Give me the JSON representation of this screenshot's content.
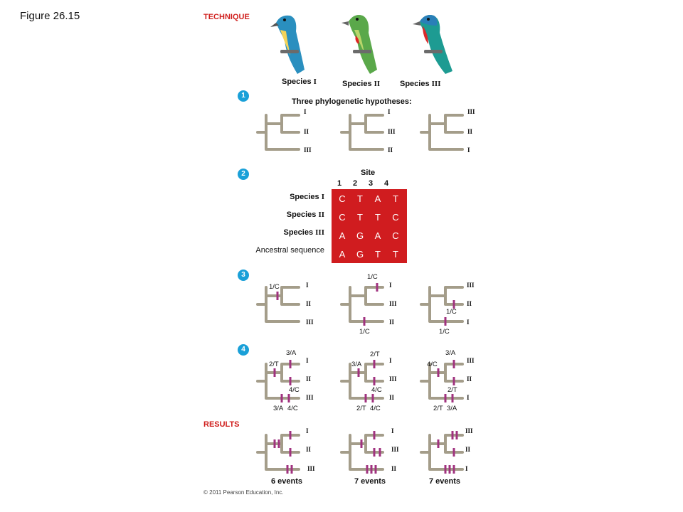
{
  "figure_title": "Figure 26.15",
  "technique_label": "TECHNIQUE",
  "results_label": "RESULTS",
  "species_prefix": "Species",
  "species": [
    {
      "numeral": "I",
      "colors": {
        "body": "#2a8fbf",
        "belly": "#f3d35a",
        "head": "#2a8fbf"
      }
    },
    {
      "numeral": "II",
      "colors": {
        "body": "#5aa84a",
        "belly": "#b9d66a",
        "head": "#5aa84a"
      }
    },
    {
      "numeral": "III",
      "colors": {
        "body": "#1d9b92",
        "belly": "#1d9b92",
        "head": "#2a7fb8"
      }
    }
  ],
  "steps": [
    "1",
    "2",
    "3",
    "4"
  ],
  "hypotheses_title": "Three phylogenetic hypotheses:",
  "trees": [
    {
      "leaves": [
        "I",
        "II",
        "III"
      ]
    },
    {
      "leaves": [
        "I",
        "III",
        "II"
      ]
    },
    {
      "leaves": [
        "III",
        "II",
        "I"
      ]
    }
  ],
  "table": {
    "site_label": "Site",
    "site_numbers": [
      "1",
      "2",
      "3",
      "4"
    ],
    "rows": [
      {
        "label_prefix": "Species",
        "numeral": "I",
        "bases": [
          "C",
          "T",
          "A",
          "T"
        ]
      },
      {
        "label_prefix": "Species",
        "numeral": "II",
        "bases": [
          "C",
          "T",
          "T",
          "C"
        ]
      },
      {
        "label_prefix": "Species",
        "numeral": "III",
        "bases": [
          "A",
          "G",
          "A",
          "C"
        ]
      },
      {
        "label_prefix": "Ancestral sequence",
        "numeral": "",
        "bases": [
          "A",
          "G",
          "T",
          "T"
        ]
      }
    ]
  },
  "step3_labels": [
    [
      "1/C"
    ],
    [
      "1/C",
      "1/C"
    ],
    [
      "1/C",
      "1/C"
    ]
  ],
  "step4_labels": [
    [
      "3/A",
      "2/T",
      "4/C",
      "3/A",
      "4/C"
    ],
    [
      "2/T",
      "3/A",
      "4/C",
      "2/T",
      "4/C"
    ],
    [
      "3/A",
      "4/C",
      "2/T",
      "2/T",
      "3/A"
    ]
  ],
  "results": [
    "6 events",
    "7 events",
    "7 events"
  ],
  "copyright": "© 2011 Pearson Education, Inc.",
  "colors": {
    "branch": "#a49d8a",
    "mark": "#a0327f",
    "step": "#1aa0d8",
    "section": "#d0201e",
    "cell": "#d01c1f"
  }
}
